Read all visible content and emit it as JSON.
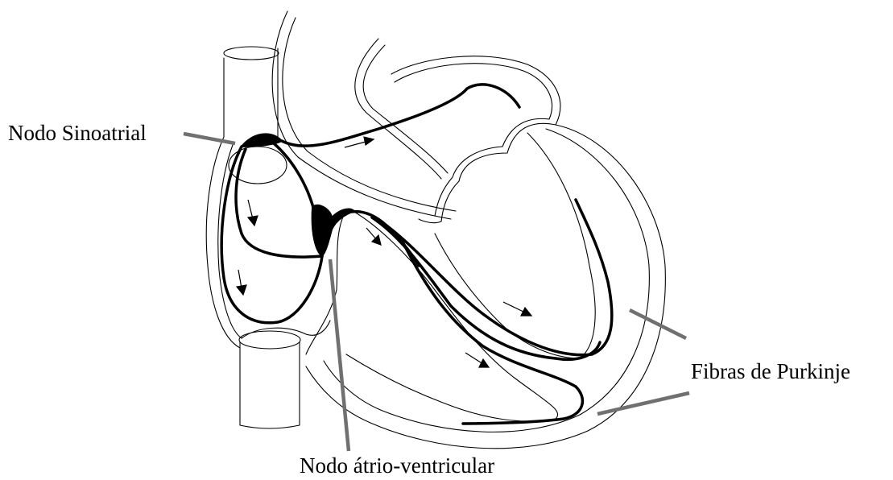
{
  "labels": {
    "sinoatrial_node": "Nodo Sinoatrial",
    "purkinje_fibers": "Fibras de Purkinje",
    "av_node": "Nodo átrio-ventricular"
  },
  "colors": {
    "outline": "#000000",
    "conduction_path": "#000000",
    "leader_line": "#707070",
    "background": "#ffffff"
  }
}
